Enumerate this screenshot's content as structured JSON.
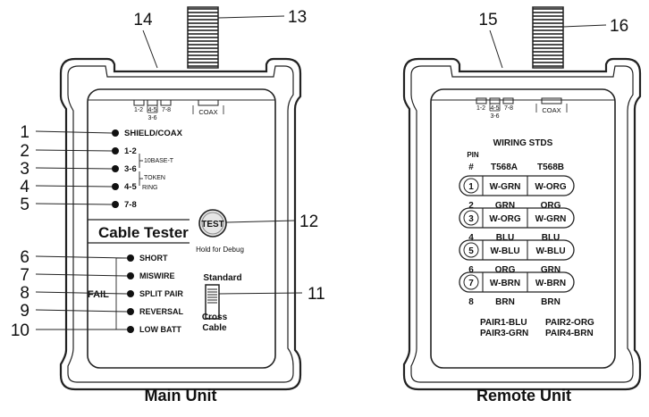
{
  "main_unit": {
    "caption": "Main Unit",
    "title": "Cable Tester",
    "test_button": "TEST",
    "hold_text": "Hold for Debug",
    "port_rj45_pins": [
      "1-2",
      "4-5",
      "7-8"
    ],
    "port_rj45_sub": "3-6",
    "port_coax": "COAX",
    "leds_top": [
      "SHIELD/COAX",
      "1-2",
      "3-6",
      "4-5",
      "7-8"
    ],
    "net_10base": "10BASE-T",
    "net_token": "TOKEN",
    "net_ring": "RING",
    "leds_bottom": [
      "SHORT",
      "MISWIRE",
      "SPLIT PAIR",
      "REVERSAL",
      "LOW BATT"
    ],
    "fail_label": "FAIL",
    "switch_top": "Standard",
    "switch_bottom_1": "Cross",
    "switch_bottom_2": "Cable"
  },
  "remote_unit": {
    "caption": "Remote Unit",
    "port_rj45_pins": [
      "1-2",
      "4-5",
      "7-8"
    ],
    "port_rj45_sub": "3-6",
    "port_coax": "COAX",
    "wiring_title": "WIRING STDS",
    "pin_label": "PIN",
    "hash_label": "#",
    "std_a": "T568A",
    "std_b": "T568B",
    "rows": [
      {
        "pin": "1",
        "a": "W-GRN",
        "b": "W-ORG",
        "boxed": true
      },
      {
        "pin": "2",
        "a": "GRN",
        "b": "ORG",
        "boxed": false
      },
      {
        "pin": "3",
        "a": "W-ORG",
        "b": "W-GRN",
        "boxed": true
      },
      {
        "pin": "4",
        "a": "BLU",
        "b": "BLU",
        "boxed": false
      },
      {
        "pin": "5",
        "a": "W-BLU",
        "b": "W-BLU",
        "boxed": true
      },
      {
        "pin": "6",
        "a": "ORG",
        "b": "GRN",
        "boxed": false
      },
      {
        "pin": "7",
        "a": "W-BRN",
        "b": "W-BRN",
        "boxed": true
      },
      {
        "pin": "8",
        "a": "BRN",
        "b": "BRN",
        "boxed": false
      }
    ],
    "pair_line_1a": "PAIR1-BLU",
    "pair_line_1b": "PAIR2-ORG",
    "pair_line_2a": "PAIR3-GRN",
    "pair_line_2b": "PAIR4-BRN"
  },
  "callouts": [
    "1",
    "2",
    "3",
    "4",
    "5",
    "6",
    "7",
    "8",
    "9",
    "10",
    "11",
    "12",
    "13",
    "14",
    "15",
    "16"
  ]
}
